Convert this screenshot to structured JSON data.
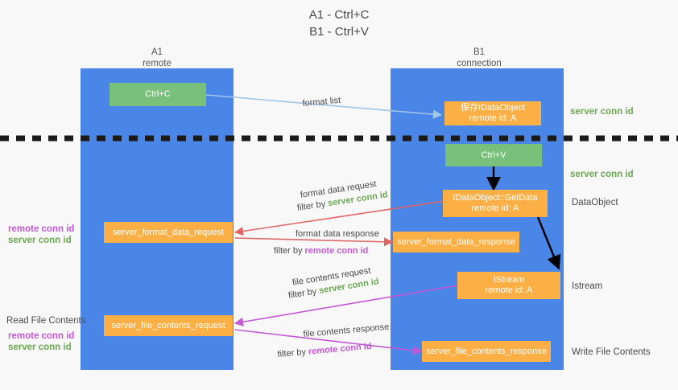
{
  "title": {
    "line1": "A1 - Ctrl+C",
    "line2": "B1 - Ctrl+V"
  },
  "columns": {
    "left": {
      "name": "A1",
      "role": "remote"
    },
    "right": {
      "name": "B1",
      "role": "connection"
    }
  },
  "nodes": {
    "ctrl_c": "Ctrl+C",
    "ctrl_v": "Ctrl+V",
    "save_idataobject": "保存IDataObject\nremote id: A",
    "getdata": "IDataObject::GetData\nremote id: A",
    "istream": "IStream\nremote id: A",
    "server_format_data_request": "server_format_data_request",
    "server_format_data_response": "server_format_data_response",
    "server_file_contents_request": "server_file_contents_request",
    "server_file_contents_response": "server_file_contents_response"
  },
  "edges": {
    "format_list": "format list",
    "format_data_request": "format data request",
    "format_data_request_filter_prefix": "filter by ",
    "format_data_request_filter_value": "server conn id",
    "format_data_response": "format data response",
    "format_data_response_filter_prefix": "filter by ",
    "format_data_response_filter_value": "remote conn id",
    "file_contents_request": "file contents request",
    "file_contents_request_filter_prefix": "filter by ",
    "file_contents_request_filter_value": "server conn id",
    "file_contents_response": "file contents response",
    "file_contents_response_filter_prefix": "filter by ",
    "file_contents_response_filter_value": "remote conn id"
  },
  "annotations": {
    "right_server_conn_id_top": "server conn id",
    "right_server_conn_id_mid": "server conn id",
    "right_dataobject": "DataObject",
    "right_istream": "Istream",
    "right_write_file_contents": "Write File Contents",
    "left_remote_conn_id_1": "remote conn id",
    "left_server_conn_id_1": "server conn id",
    "left_read_file_contents": "Read File Contents",
    "left_remote_conn_id_2": "remote conn id",
    "left_server_conn_id_2": "server conn id"
  },
  "colors": {
    "panel": "#4a86e8",
    "orange": "#fbaf45",
    "green_box": "#79c17b",
    "green_text": "#6aa84f",
    "magenta_text": "#c457d6",
    "light_blue_arrow": "#9fc5e8",
    "red_arrow": "#e06666",
    "magenta_arrow": "#c457d6",
    "black_arrow": "#000000",
    "background": "#f8f8f8"
  }
}
